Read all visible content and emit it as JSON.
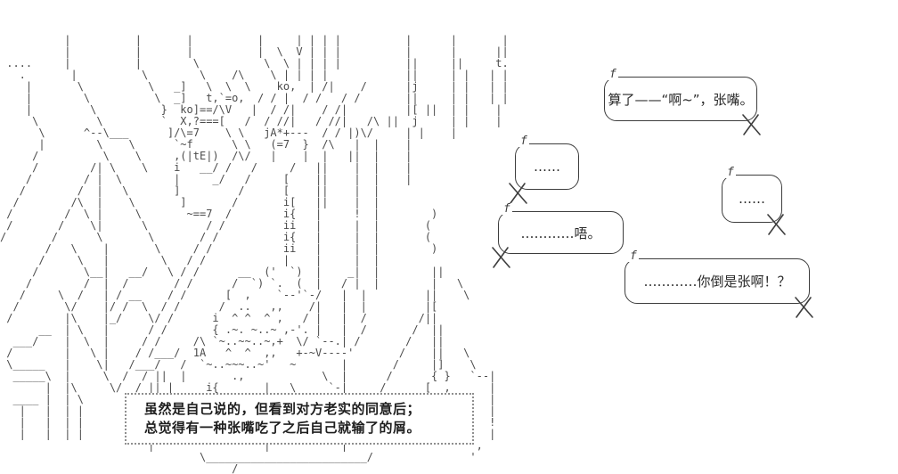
{
  "page": {
    "background_color": "#ffffff",
    "art_ink_color": "#4b4b4b",
    "text_ink_color": "#1e1e1e",
    "bubble_border_color": "#3d3d3d"
  },
  "ascii_art": {
    "lines": [
      "",
      "",
      "",
      "          |          |       |          |     | | | |          |      |       |",
      "          |          |       |          |  \\  V | | |          |      |      ||",
      " ....     |          |        \\          \\  \\ | | | |          ||     ||     t.",
      "   .       |          \\        \\    /\\    \\ | | | |            ||     | |   | |",
      "    |       \\          \\   _]   \\  \\  \\    ko,  | /|    /      |j     | |   | |",
      "    |        \\          \\  _]   t,`=o,  / / |  / /   / /       ||     | |   | |",
      "    |         \\          }  ko]==/\\V   |  / /|    / /|         |[ ||  | |    |",
      "     \\         \\         `  X,?===[   /  / //|   / //|   /\\ ||  j     | |    |",
      "      \\      ^--\\___      ]/\\=7    \\ \\   jA*+---  / / |)\\/     | |    |",
      "      |        \\    \\      `~f      \\ \\   (=7  }  /\\   |  |    |",
      "     /          \\    \\     ,(|tE|)  /\\/   |    |  |   ||  |    |",
      "     /        /| \\    \\    i   __/ /   /     /   ||    |  |    |",
      "    /        / |  \\        |     _/   /     [    ||    |  |    |",
      "   /        /  |   \\       ]         /      [    ||    |  |",
      "  /        /\\  |    \\       ]       /       i[   ||    |  |",
      " /        /  \\ |     \\       ~==7  /        i{   |     !  |        )",
      " /       /    \\|      \\         / /         ii   |     |  |       (",
      "/       /      \\       \\       / /          i{   |     |  |       (",
      "       /   \\    |       \\     / /           ii   |     |  |        )",
      "      /     \\   |        \\   / /            |    |     |  |",
      "     /       \\__|   __/   \\ / /      __  ('  `)  |    _|  |        ||",
      "    /        /  |  /       / /      /  `) `.  (  |   / |  |        |   \\",
      "   /     \\  /   | / __    / /      [  ,    `--'`-/   |  |         ||    \\",
      "  /       \\/    |/ /  \\  / /      /  ..   ,,    /|   |  |         |[",
      " /        |\\    |_/    \\/ /      i  ^ ^  ^ ,   / |   |  /        /||",
      "      __  | \\   |      / /       { .~. ~..~ ,-'. |   |  /       /  ||",
      "  ___/    |  \\  |     / /     /\\ `~..~~..~,+  \\/ `--.| /       /   ||",
      " /        |   \\ |    / /___/  1A   ^  ^  ,,   +-~V----'       /    ||   \\",
      " \\_____   |    \\|   /___/   /  `~..~~~..~'   ~       |       /     |]    \\",
      "  _____\\  |     \\  /  / ||  |       .,            \\  |      /      { }   `--|",
      "       |  |\\     \\/  / || |     i{       |   \\     `-|     /      [  ,      |",
      "  ____ |  | \\          |        ii       |    \\      |    /      [  /       |",
      "   |   |  | |          |        i{       |     `--.  |   /         /        |",
      "   |   |  | |          |        ii       |         \\ |  /         /         !",
      "   |   |  | |          |                 |          \\| /          /         |",
      "                       |                 |           |                    ,",
      "                               \\_________________________/               '",
      "                                    /"
    ]
  },
  "speech_bubbles": [
    {
      "corner_glyph": "f",
      "text": "算了——“啊~”，张嘴。",
      "tail": "bottom-right"
    },
    {
      "corner_glyph": "f",
      "text": "……",
      "tail": "bottom-left"
    },
    {
      "corner_glyph": "f",
      "text": "……",
      "tail": "bottom-right"
    },
    {
      "corner_glyph": "f",
      "text": "…………唔。",
      "tail": "bottom-left"
    },
    {
      "corner_glyph": "f",
      "text": "…………你倒是张啊！？",
      "tail": "bottom-right"
    }
  ],
  "narration_box": {
    "lines": [
      "虽然是自己说的，但看到对方老实的同意后；",
      "总觉得有一种张嘴吃了之后自己就输了的屑。"
    ]
  }
}
